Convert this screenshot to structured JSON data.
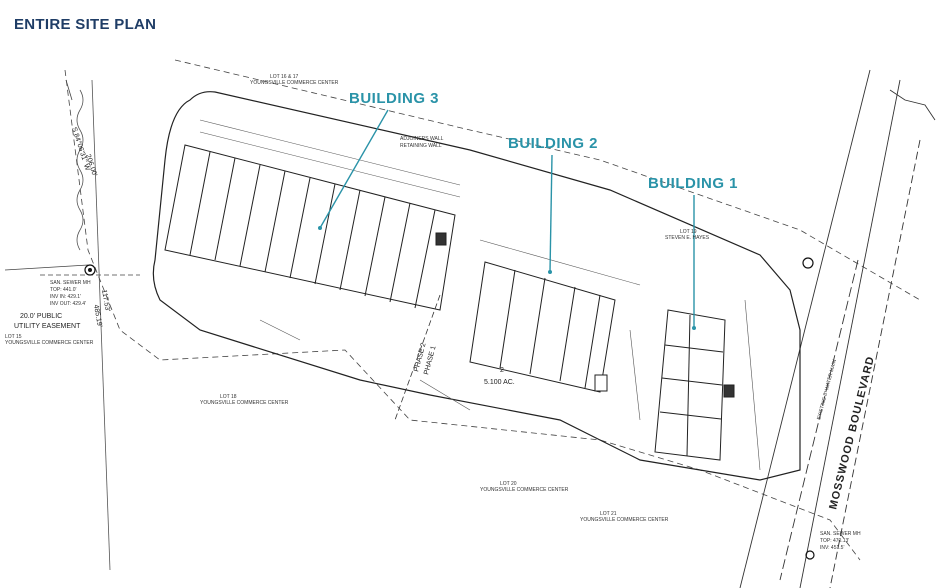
{
  "title": "ENTIRE SITE PLAN",
  "buildings": [
    {
      "label": "BUILDING 3"
    },
    {
      "label": "BUILDING 2"
    },
    {
      "label": "BUILDING 1"
    }
  ],
  "road_name": "MOSSWOOD BOULEVARD",
  "acreage": "5.100 AC.",
  "lot_number": "2",
  "phase_2": "PHASE 2",
  "phase_1": "PHASE 1",
  "bearing": "S 84°06'31\" W",
  "bearing_distance": "206.00'",
  "easement": {
    "line1": "20.0' PUBLIC",
    "line2": "UTILITY EASEMENT"
  },
  "sewer_left": {
    "name": "SAN. SEWER MH",
    "top": "TOP: 441.0'",
    "inv_in": "INV IN: 429.1'",
    "inv_out": "INV OUT: 429.4'"
  },
  "sewer_right": {
    "name": "SAN. SEWER MH",
    "top": "TOP: 470.13'",
    "inv": "INV: 451.5'"
  },
  "dim_left": "485.19'",
  "dim_117": "117.53'",
  "water_main": "EXISTING 8\" WATER MAIN",
  "adjoiners_wall": "ADJOINERS WALL",
  "retaining_wall": "RETAINING WALL",
  "parcels": [
    {
      "line1": "LOT 16 & 17",
      "line2": "YOUNGSVILLE COMMERCE CENTER"
    },
    {
      "line1": "LOT 15",
      "line2": "YOUNGSVILLE COMMERCE CENTER"
    },
    {
      "line1": "LOT 18",
      "line2": "YOUNGSVILLE COMMERCE CENTER"
    },
    {
      "line1": "LOT 20",
      "line2": "YOUNGSVILLE COMMERCE CENTER"
    },
    {
      "line1": "LOT 19",
      "line2": "STEVEN E. HAYES"
    },
    {
      "line1": "LOT 21",
      "line2": "YOUNGSVILLE COMMERCE CENTER"
    }
  ]
}
